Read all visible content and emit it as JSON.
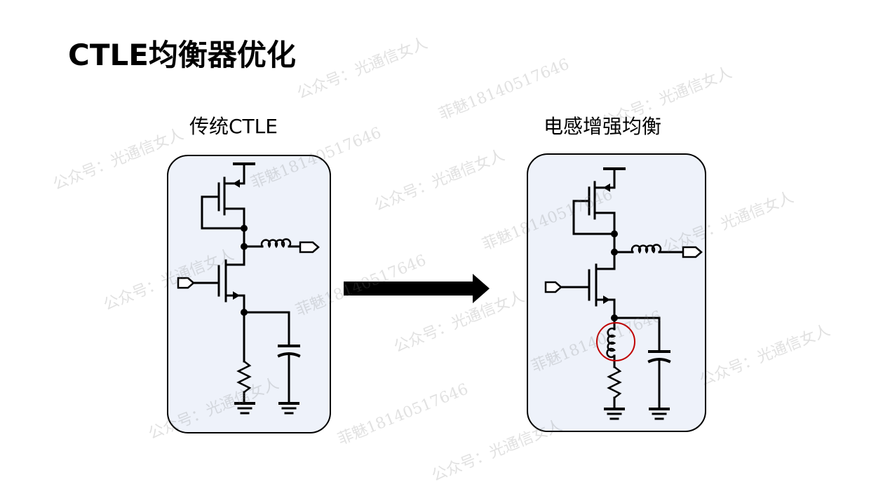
{
  "slide": {
    "title": "CTLE均衡器优化",
    "left_caption": "传统CTLE",
    "right_caption": "电感增强均衡"
  },
  "watermarks": [
    "公众号：光通信女人",
    "菲魅18140517646",
    "公众号：光通信女人",
    "菲魅18140517646",
    "公众号：光通信女人",
    "公众号：光通信女人",
    "菲魅18140517646",
    "公众号：光通信女人",
    "菲魅18140517646",
    "公众号：光通信女人",
    "菲魅18140517646",
    "公众号：光通信女人",
    "公众号：光通信女人",
    "菲魅18140517646",
    "公众号：光通信女人",
    "公众号：光通信女人"
  ],
  "colors": {
    "panel_fill": "#eef2fa",
    "line": "#000000",
    "highlight": "#c00000"
  }
}
